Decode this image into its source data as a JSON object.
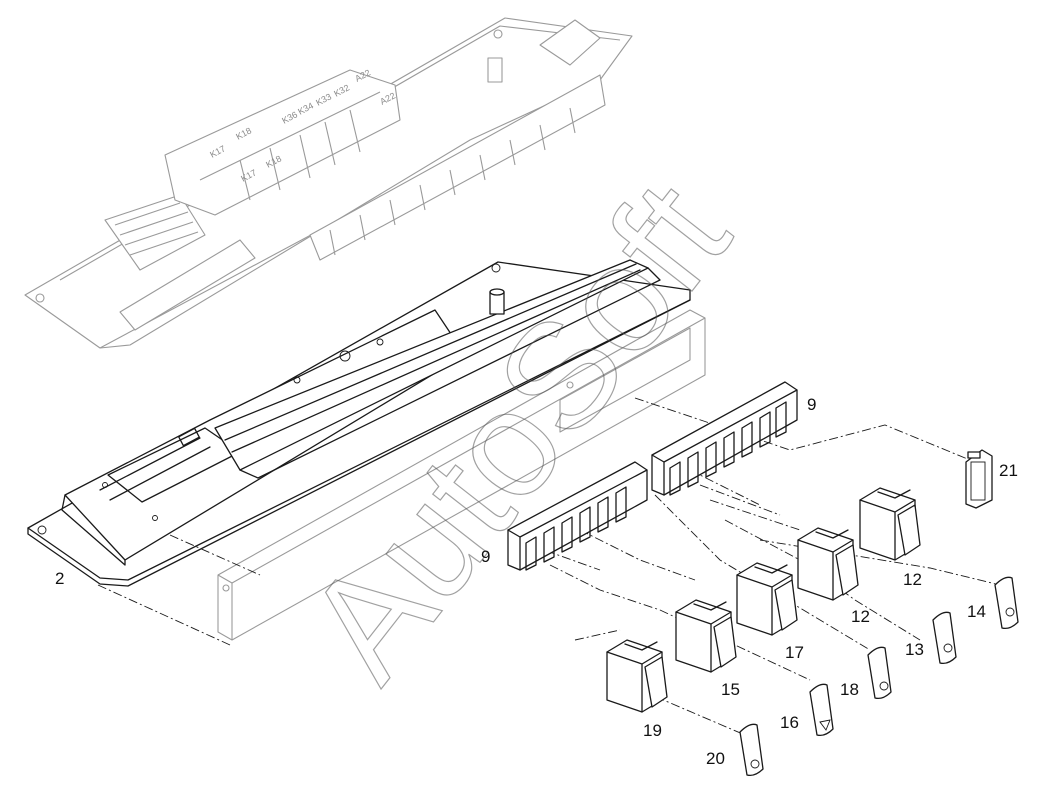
{
  "watermark": "AutoSoft",
  "callouts": [
    "2",
    "9",
    "9",
    "12",
    "12",
    "13",
    "14",
    "15",
    "16",
    "17",
    "18",
    "19",
    "20",
    "21"
  ],
  "relay_labels": [
    "K17",
    "K18",
    "K17",
    "K18",
    "K36",
    "K34",
    "K33",
    "K32",
    "A22",
    "A22"
  ],
  "colors": {
    "line": "#1a1a1a",
    "ghost": "#9a9a9a",
    "background": "#ffffff"
  }
}
